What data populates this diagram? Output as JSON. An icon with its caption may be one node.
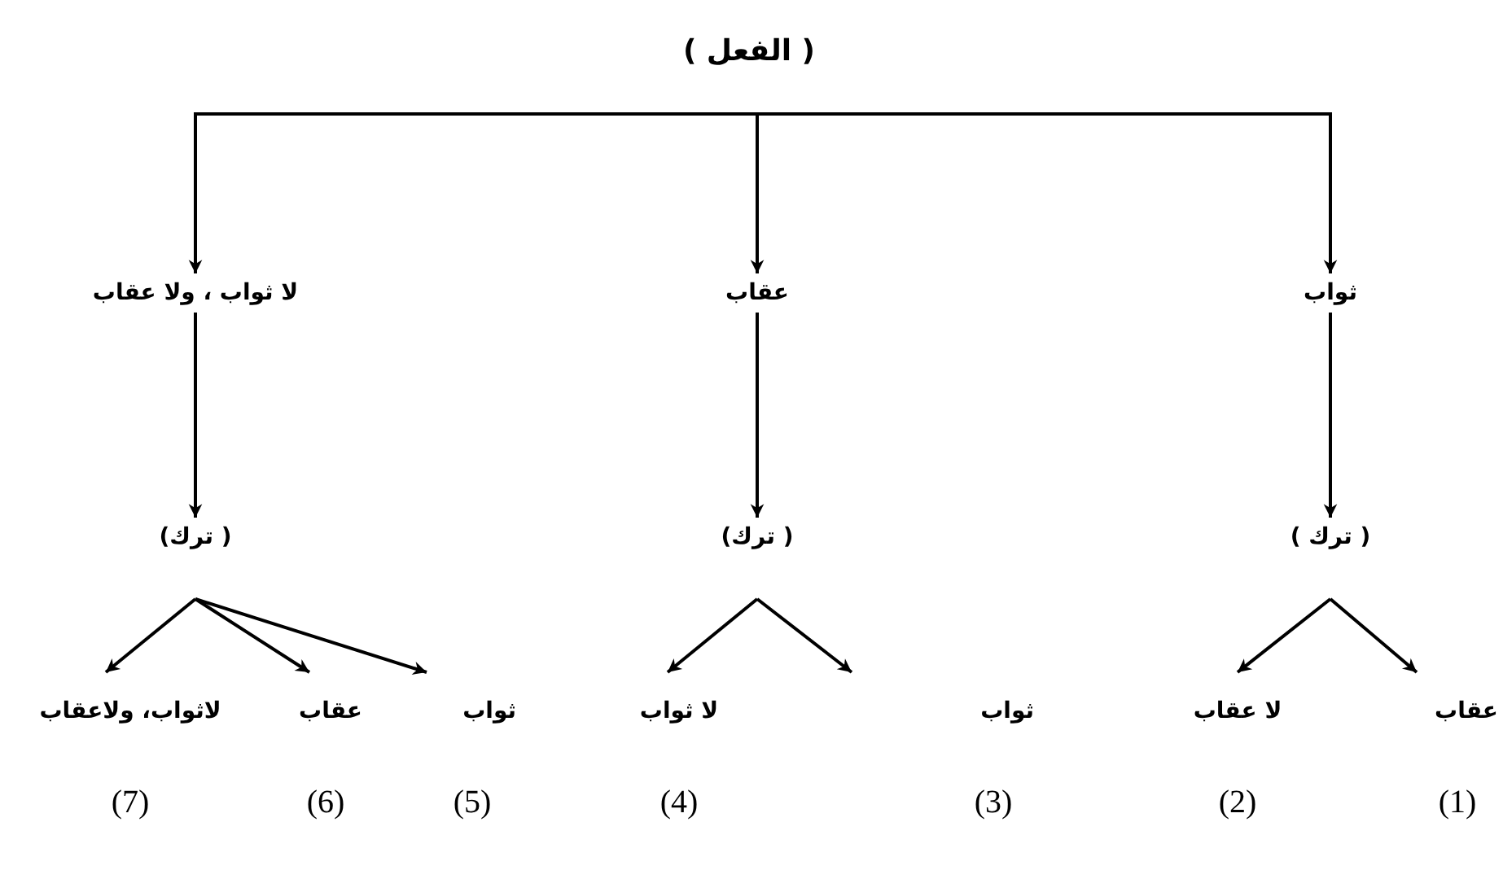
{
  "diagram": {
    "nodes": [
      {
        "text": [
          "( الفعل )"
        ]
      },
      {
        "text": [
          "ثواب"
        ]
      },
      {
        "text": [
          "عقاب"
        ]
      },
      {
        "text": [
          "لا ثواب ، ولا عقاب"
        ]
      },
      {
        "text": [
          "( ترك )"
        ]
      },
      {
        "text": [
          "( ترك)"
        ]
      },
      {
        "text": [
          "( ترك)"
        ]
      },
      {
        "text": [
          "عقاب"
        ],
        "beside": [
          "(1)"
        ]
      },
      {
        "text": [
          "لا عقاب"
        ],
        "beside": [
          "(2)"
        ]
      },
      {
        "text": [
          "ثواب"
        ],
        "beside": [
          "(3)"
        ]
      },
      {
        "text": [
          "لا ثواب"
        ],
        "beside": [
          "(4)"
        ]
      },
      {
        "text": [
          "ثواب"
        ],
        "beside": [
          "(5)"
        ]
      },
      {
        "text": [
          "عقاب"
        ],
        "beside": [
          "(6)"
        ]
      },
      {
        "text": [
          "لاثواب، ولاعقاب"
        ],
        "beside": [
          "(7)"
        ]
      }
    ],
    "edges": [
      {
        "from": 0,
        "to": 1,
        "arrow": "to"
      },
      {
        "from": 0,
        "to": 2,
        "arrow": "to"
      },
      {
        "from": 0,
        "to": 3,
        "arrow": "to"
      },
      {
        "from": 1,
        "to": 4,
        "arrow": "to"
      },
      {
        "from": 2,
        "to": 5,
        "arrow": "to"
      },
      {
        "from": 3,
        "to": 6,
        "arrow": "to"
      },
      {
        "from": 4,
        "to": 7,
        "arrow": "to"
      },
      {
        "from": 4,
        "to": 8,
        "arrow": "to"
      },
      {
        "from": 5,
        "to": 9,
        "arrow": "to"
      },
      {
        "from": 5,
        "to": 10,
        "arrow": "to"
      },
      {
        "from": 6,
        "to": 11,
        "arrow": "to"
      },
      {
        "from": 6,
        "to": 12,
        "arrow": "to"
      },
      {
        "from": 6,
        "to": 13,
        "arrow": "to"
      }
    ]
  }
}
